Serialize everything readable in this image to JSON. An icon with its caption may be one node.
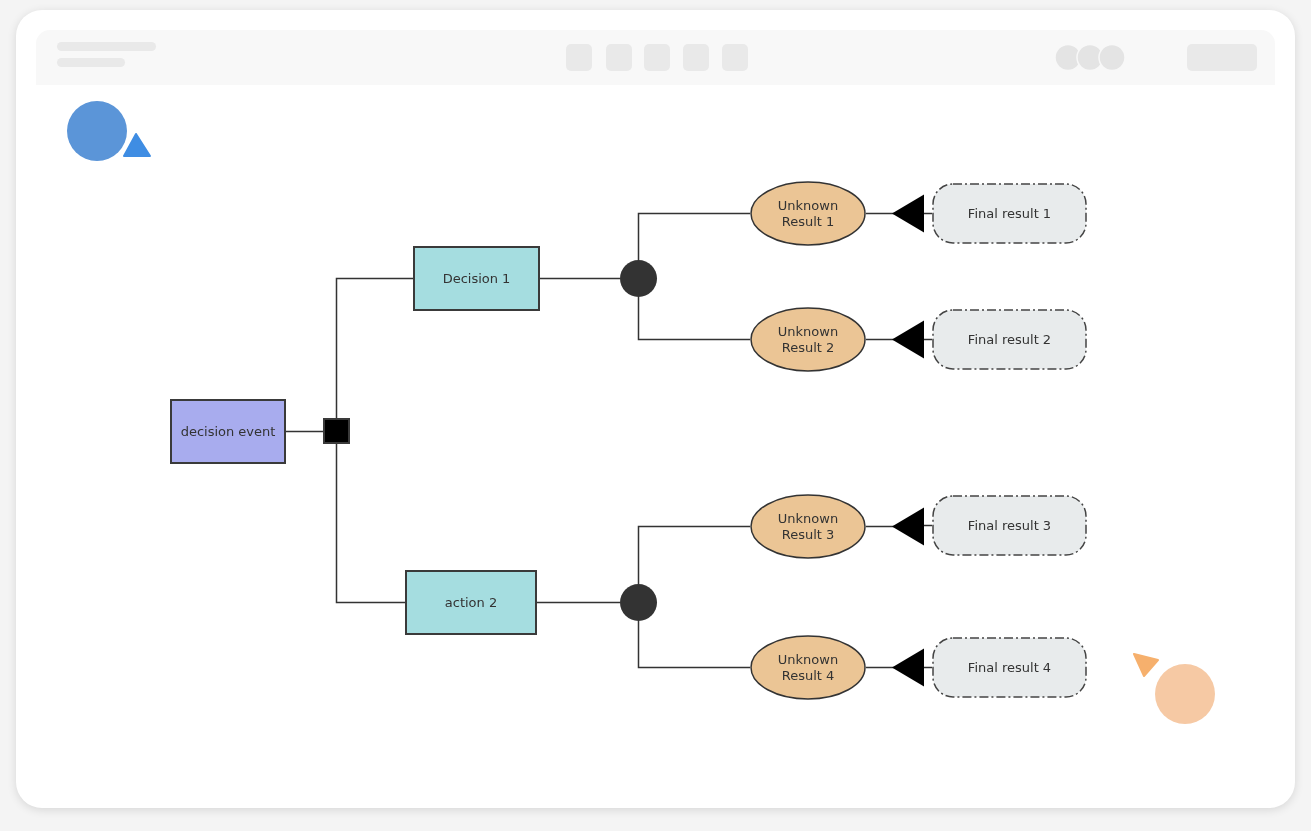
{
  "diagram": {
    "nodes": [
      {
        "text": [
          "decision event"
        ]
      },
      {
        "text": [],
        "shape": "box"
      },
      {
        "text": [
          "Decision 1"
        ]
      },
      {
        "text": [
          "action 2"
        ]
      },
      {
        "text": [],
        "shape": "circle"
      },
      {
        "text": [],
        "shape": "circle"
      },
      {
        "text": [
          "Unknown Result 1"
        ]
      },
      {
        "text": [
          "Unknown Result 2"
        ]
      },
      {
        "text": [
          "Unknown Result 3"
        ]
      },
      {
        "text": [
          "Unknown Result 4"
        ]
      },
      {
        "text": [
          "Final result 1"
        ]
      },
      {
        "text": [
          "Final result 2"
        ]
      },
      {
        "text": [
          "Final result 3"
        ]
      },
      {
        "text": [
          "Final result 4"
        ]
      }
    ],
    "edges": [
      {
        "from": 0,
        "to": 1,
        "arrow": "none"
      },
      {
        "from": 1,
        "to": 2,
        "arrow": "none"
      },
      {
        "from": 1,
        "to": 3,
        "arrow": "none"
      },
      {
        "from": 2,
        "to": 4,
        "arrow": "none"
      },
      {
        "from": 3,
        "to": 5,
        "arrow": "none"
      },
      {
        "from": 4,
        "to": 6,
        "arrow": "none"
      },
      {
        "from": 4,
        "to": 7,
        "arrow": "none"
      },
      {
        "from": 5,
        "to": 8,
        "arrow": "none"
      },
      {
        "from": 5,
        "to": 9,
        "arrow": "none"
      },
      {
        "from": 10,
        "to": 6,
        "arrow": "to"
      },
      {
        "from": 11,
        "to": 7,
        "arrow": "to"
      },
      {
        "from": 12,
        "to": 8,
        "arrow": "to"
      },
      {
        "from": 13,
        "to": 9,
        "arrow": "to"
      }
    ]
  }
}
